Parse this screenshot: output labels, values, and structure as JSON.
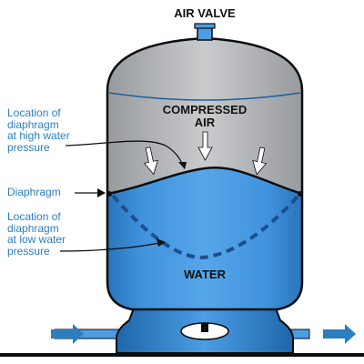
{
  "labels": {
    "air_valve": "AIR VALVE",
    "compressed_air": [
      "COMPRESSED",
      "AIR"
    ],
    "water": "WATER",
    "high_pressure": [
      "Location of",
      "diaphragm",
      "at high water",
      "pressure"
    ],
    "diaphragm": "Diaphragm",
    "low_pressure": [
      "Location of",
      "diaphragm",
      "at low water",
      "pressure"
    ]
  },
  "colors": {
    "tank_blue": "#3d8fd8",
    "tank_blue_dark": "#1e63a8",
    "air_gray": "#b9bcbf",
    "label_blue": "#2a7fc0",
    "outline": "#0d0d0d"
  }
}
